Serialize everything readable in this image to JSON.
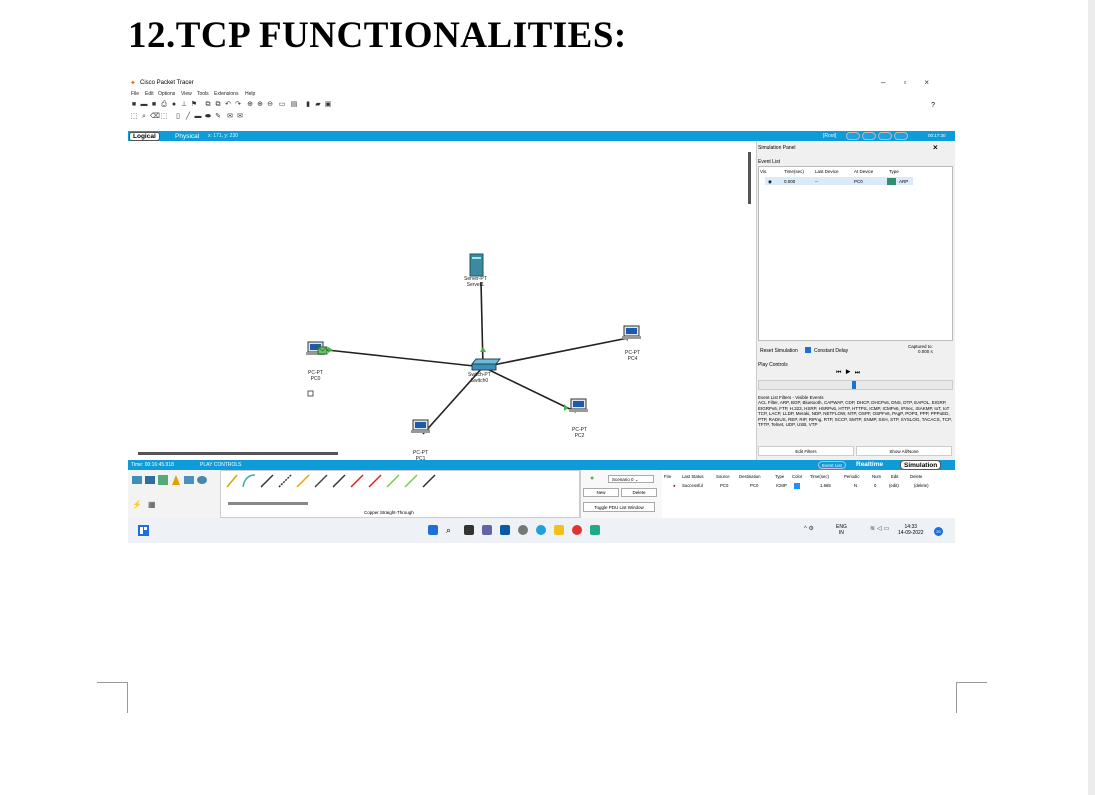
{
  "document": {
    "heading": "12.TCP FUNCTIONALITIES:"
  },
  "app": {
    "title": "Cisco Packet Tracer",
    "help": "?",
    "menu": [
      "File",
      "Edit",
      "Options",
      "View",
      "Tools",
      "Extensions",
      "Help"
    ],
    "tabs": {
      "logical": "Logical",
      "physical": "Physical"
    },
    "coords": "x: 171, y: 230",
    "root": "[Root]",
    "clock": "00:17:30"
  },
  "workspace": {
    "devices": [
      {
        "id": "server",
        "type": "Server-PT",
        "name": "Server1"
      },
      {
        "id": "switch",
        "type": "Switch-PT",
        "name": "Switch0"
      },
      {
        "id": "pc0",
        "type": "PC-PT",
        "name": "PC0"
      },
      {
        "id": "pc1",
        "type": "PC-PT",
        "name": "PC1"
      },
      {
        "id": "pc2",
        "type": "PC-PT",
        "name": "PC2"
      },
      {
        "id": "pc4",
        "type": "PC-PT",
        "name": "PC4"
      }
    ]
  },
  "simulation_panel": {
    "title": "Simulation Panel",
    "event_list_label": "Event List",
    "columns": [
      "Vis.",
      "Time(sec)",
      "Last Device",
      "At Device",
      "Type"
    ],
    "events": [
      {
        "time": "0.000",
        "last_device": "--",
        "at_device": "PC0",
        "type": "ARP"
      }
    ],
    "reset_label": "Reset Simulation",
    "constant_delay_label": "Constant Delay",
    "captured_label": "Captured to:",
    "captured_value": "0.000 s",
    "play_controls_label": "Play Controls",
    "filters_title": "Event List Filters - Visible Events",
    "filters_text": "ACL Filter, ARP, BGP, Bluetooth, CAPWAP, CDP, DHCP, DHCPv6, DNS, DTP, EAPOL, EIGRP, EIGRPv6, FTP, H.323, HSRP, HSRPv6, HTTP, HTTPS, ICMP, ICMPv6, IPSec, ISAKMP, IoT, IoT TCP, LACP, LLDP, Meraki, NDP, NETFLOW, NTP, OSPF, OSPFv6, PAgP, POP3, PPP, PPPoED, PTP, RADIUS, REP, RIP, RIPng, RTP, SCCP, SMTP, SNMP, SSH, STP, SYSLOG, TACACS, TCP, TFTP, Telnet, UDP, USB, VTP",
    "edit_filters": "Edit Filters",
    "show_all": "Show All/None"
  },
  "status_bar": {
    "time": "Time: 00:16:45.918",
    "play_controls": "PLAY CONTROLS",
    "event_list": "Event List",
    "realtime": "Realtime",
    "simulation": "Simulation"
  },
  "connections": {
    "selected_name": "Copper Straight-Through"
  },
  "scenario": {
    "selected": "Scenario 0",
    "new": "New",
    "delete": "Delete",
    "toggle": "Toggle PDU List Window"
  },
  "pdu_list": {
    "columns": [
      "Fire",
      "Last Status",
      "Source",
      "Destination",
      "Type",
      "Color",
      "Time(sec)",
      "Periodic",
      "Num",
      "Edit",
      "Delete"
    ],
    "row": {
      "status": "Successful",
      "source": "PC0",
      "destination": "PC0",
      "type": "ICMP",
      "time": "1.665",
      "periodic": "N",
      "num": "0",
      "edit": "(edit)",
      "delete": "(delete)"
    }
  },
  "taskbar": {
    "lang1": "ENG",
    "lang2": "IN",
    "time": "14:33",
    "date": "14-09-2022",
    "badge": "20"
  },
  "colors": {
    "accent": "#0d9bd9",
    "arp": "#2f8f6f",
    "icmp": "#1e90ff"
  }
}
